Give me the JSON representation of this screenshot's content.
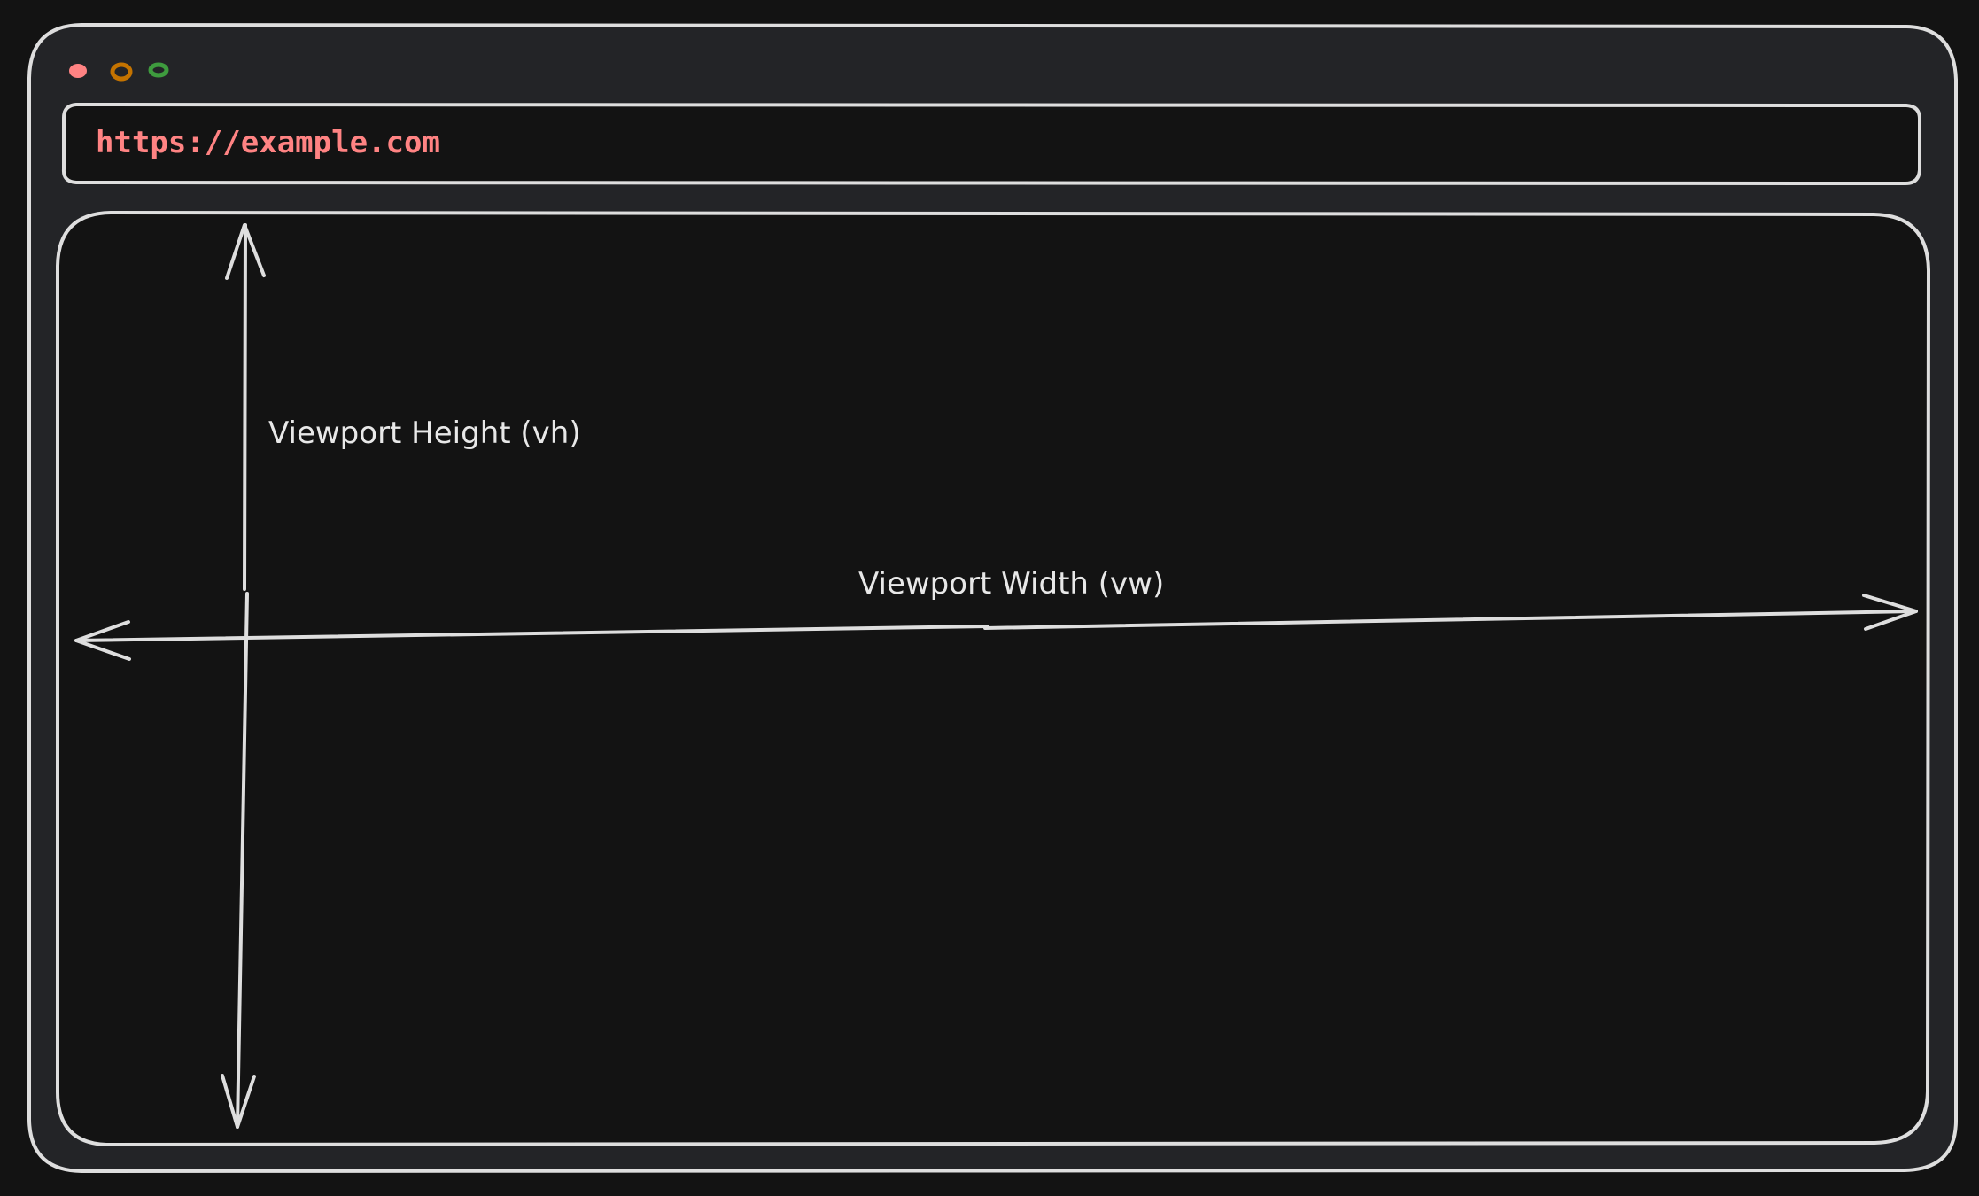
{
  "window_controls": {
    "close": {
      "name": "close",
      "color": "#ff8383"
    },
    "minimize": {
      "name": "minimize",
      "color": "#c47300"
    },
    "maximize": {
      "name": "maximize",
      "color": "#3e9b3e"
    }
  },
  "address_bar": {
    "url": "https://example.com",
    "url_color": "#ff8383"
  },
  "annotations": {
    "height_label": "Viewport Height (vh)",
    "width_label": "Viewport Width (vw)"
  },
  "colors": {
    "background": "#131313",
    "window_fill": "#232427",
    "stroke": "#dedede",
    "text": "#e8e8e8"
  }
}
